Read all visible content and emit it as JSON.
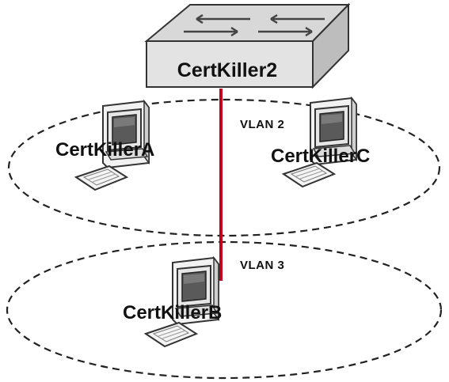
{
  "switch": {
    "label": "CertKiller2"
  },
  "hosts": [
    {
      "id": "a",
      "label": "CertKillerA",
      "vlan": "VLAN 2"
    },
    {
      "id": "c",
      "label": "CertKillerC",
      "vlan": "VLAN 2"
    },
    {
      "id": "b",
      "label": "CertKillerB",
      "vlan": "VLAN 3"
    }
  ],
  "vlans": [
    {
      "label": "VLAN 2"
    },
    {
      "label": "VLAN 3"
    }
  ],
  "link": {
    "color": "#c0001a"
  }
}
